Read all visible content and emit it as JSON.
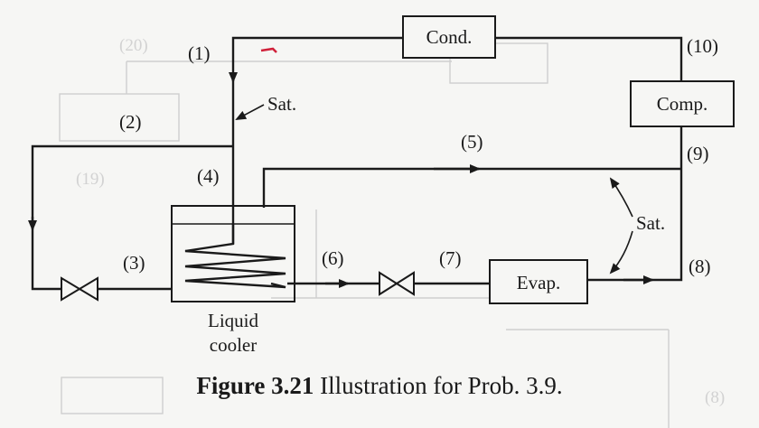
{
  "components": {
    "condenser": "Cond.",
    "compressor": "Comp.",
    "evaporator": "Evap.",
    "liquid_cooler_line1": "Liquid",
    "liquid_cooler_line2": "cooler"
  },
  "state_labels": {
    "s1": "(1)",
    "s2": "(2)",
    "s3": "(3)",
    "s4": "(4)",
    "s5": "(5)",
    "s6": "(6)",
    "s7": "(7)",
    "s8": "(8)",
    "s9": "(9)",
    "s10": "(10)"
  },
  "annotations": {
    "sat_top": "Sat.",
    "sat_right": "Sat."
  },
  "caption": {
    "figure_number": "Figure 3.21",
    "text": " Illustration for Prob. 3.9."
  }
}
